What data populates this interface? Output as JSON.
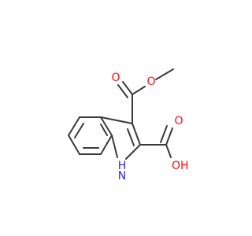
{
  "molecule": {
    "labels": {
      "ester_carbonyl_o": "O",
      "ester_ether_o": "O",
      "acid_carbonyl_o": "O",
      "acid_oh": "OH",
      "nh": "H",
      "nh_n": "N"
    },
    "colors": {
      "bond": "#3a3a3a",
      "oxygen": "#ff0d0d",
      "nitrogen": "#2a2adf",
      "background": "#ffffff"
    }
  }
}
